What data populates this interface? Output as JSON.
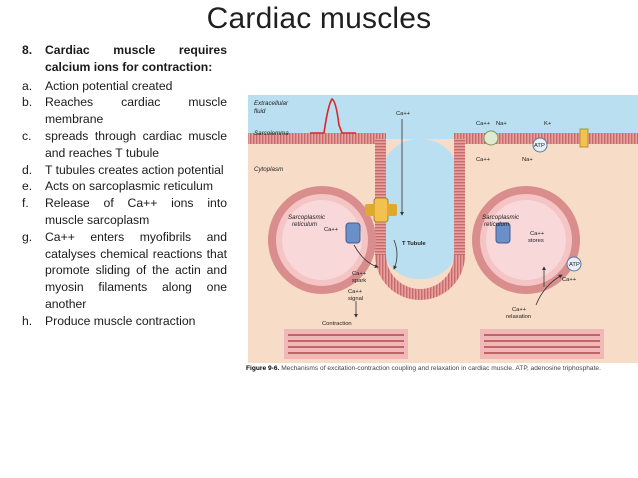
{
  "slide": {
    "title": "Cardiac muscles"
  },
  "list": {
    "heading_num": "8.",
    "heading": "Cardiac muscle requires calcium ions for contraction:",
    "items": [
      {
        "letter": "a.",
        "text": "Action potential created"
      },
      {
        "letter": "b.",
        "text": "Reaches cardiac muscle membrane"
      },
      {
        "letter": "c.",
        "text": "spreads through cardiac muscle and reaches T tubule"
      },
      {
        "letter": "d.",
        "text": "T tubules creates action potential"
      },
      {
        "letter": "e.",
        "text": "Acts on sarcoplasmic reticulum"
      },
      {
        "letter": "f.",
        "text": "Release of Ca++ ions into muscle sarcoplasm"
      },
      {
        "letter": "g.",
        "text": "Ca++ enters myofibrils and catalyses chemical reactions that promote sliding of the actin and myosin filaments along one another"
      },
      {
        "letter": "h.",
        "text": "Produce muscle contraction"
      }
    ]
  },
  "figure": {
    "extracellular": "Extracellular",
    "fluid": "fluid",
    "sarcolemma": "Sarcolemma",
    "cytoplasm": "Cytoplasm",
    "sr_left_1": "Sarcoplasmic",
    "sr_left_2": "reticulum",
    "sr_right_1": "Sarcoplasmic",
    "sr_right_2": "reticulum",
    "t_tubule": "T Tubule",
    "ca_top": "Ca++",
    "ca_pump": "Ca++",
    "na_pump": "Na+",
    "k_label": "K+",
    "atp_top": "ATP",
    "ca_bottom_left": "Ca++",
    "na_bottom": "Na+",
    "ca_sr_left": "Ca++",
    "ca_spark_1": "Ca++",
    "ca_spark_2": "spark",
    "ca_signal_1": "Ca++",
    "ca_signal_2": "signal",
    "ca_stores_1": "Ca++",
    "ca_stores_2": "stores",
    "atp_right": "ATP",
    "ca_under_atp": "Ca++",
    "ca_relax_1": "Ca++",
    "ca_relax_2": "relaxation",
    "contraction": "Contraction",
    "caption_bold": "Figure 9-6.",
    "caption_text": "Mechanisms of excitation-contraction coupling and relaxation in cardiac muscle. ATP, adenosine triphosphate."
  }
}
